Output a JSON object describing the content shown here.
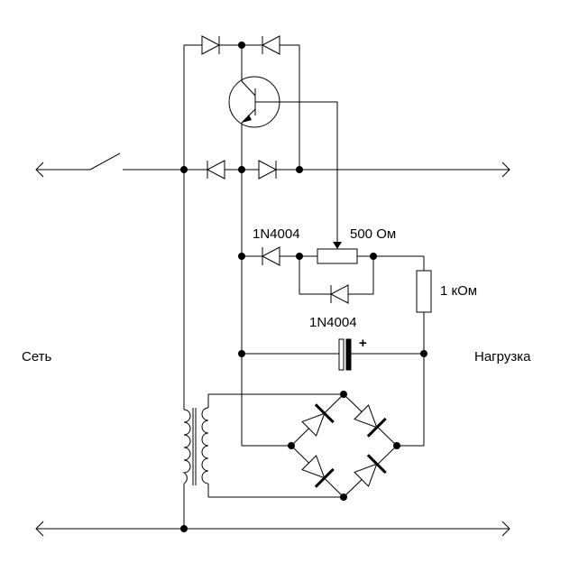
{
  "labels": {
    "mains": "Сеть",
    "load": "Нагрузка",
    "diode_top": "1N4004",
    "diode_bottom": "1N4004",
    "pot": "500 Ом",
    "resistor": "1 кОм",
    "cap_polarity": "+"
  }
}
